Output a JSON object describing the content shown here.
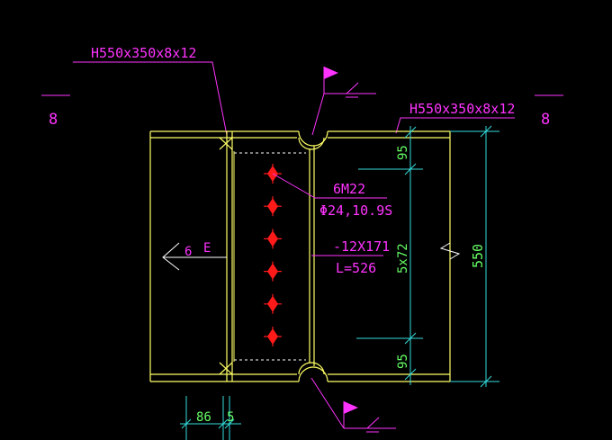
{
  "colors": {
    "background": "#000000",
    "beam_outline": "#ffff66",
    "annotation": "#ff33ff",
    "dimension": "#66ff66",
    "dimension_line": "#33dddd",
    "bolt": "#ff1a1a",
    "white": "#ffffff"
  },
  "labels": {
    "beam_left_profile": "H550x350x8x12",
    "beam_right_profile": "H550x350x8x12",
    "section_mark_left": "8",
    "section_mark_right": "8",
    "bolts_spec": "6M22",
    "bolts_hole": "Φ24,10.9S",
    "plate_spec": "-12X171",
    "plate_length": "L=526",
    "direction_label": "6",
    "direction_mark": "E"
  },
  "dimensions": {
    "top_offset": "95",
    "bolt_spacing": "5x72",
    "bottom_offset": "95",
    "beam_depth": "550",
    "edge_distance": "86",
    "gap": "5"
  },
  "bolt_count": 6,
  "icons": {
    "weld_flag_top": "weld-flag-icon",
    "weld_flag_bottom": "weld-flag-icon",
    "direction_arrow": "arrow-left-icon"
  }
}
